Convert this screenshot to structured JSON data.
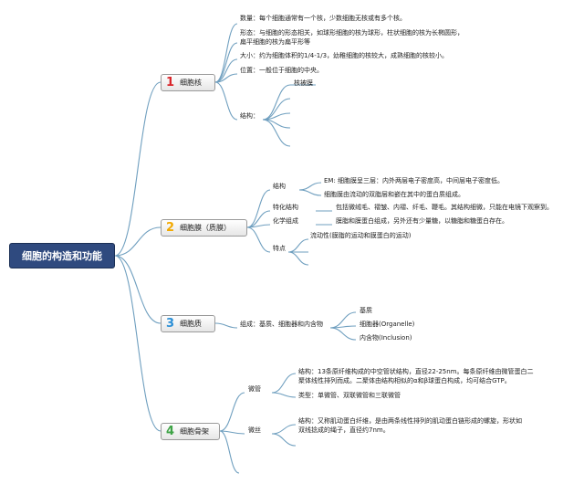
{
  "root": {
    "title": "细胞的构造和功能"
  },
  "colors": {
    "line": "#6f9fbf",
    "root_bg": "#2f4a7f",
    "num1": "#d9262b",
    "num2": "#f2a900",
    "num3": "#2b8fd6",
    "num4": "#3ea346"
  },
  "topics": [
    {
      "num": "1",
      "label": "细胞核",
      "items": {
        "count": "数量：每个细胞通常有一个核，少数细胞无核或有多个核。",
        "shape_1": "形态：与细胞的形态相关，如球形细胞的核为球形，柱状细胞的核为长椭圆形，",
        "shape_2": "扁平细胞的核为扁平形等",
        "size": "大小：约为细胞体积的1/4-1/3，幼稚细胞的核较大，成熟细胞的核较小。",
        "position": "位置：一般位于细胞的中央。",
        "structure": "结构：",
        "membrane": "核被膜"
      }
    },
    {
      "num": "2",
      "label": "细胞膜（质膜）",
      "items": {
        "structure": "结构",
        "em": "EM: 细胞膜呈三层：内外两层电子密度高，中间层电子密度低。",
        "lipid": "细胞膜由流动的双脂层和嵌在其中的蛋白质组成。",
        "special": "特化结构",
        "special_desc": "包括微绒毛、褶皱、内褶、纤毛、鞭毛。其结构细微，只能在电镜下观察到。",
        "chem": "化学组成",
        "chem_desc": "膜脂和膜蛋白组成，另外还有少量糖，以糖脂和糖蛋白存在。",
        "feature": "特点",
        "feature_desc": "流动性(膜脂的运动和膜蛋白的运动)"
      }
    },
    {
      "num": "3",
      "label": "细胞质",
      "items": {
        "composition": "组成：基质、细胞器和内含物",
        "matrix": "基质",
        "organelle": "细胞器(Organelle)",
        "inclusion": "内含物(Inclusion)"
      }
    },
    {
      "num": "4",
      "label": "细胞骨架",
      "items": {
        "microtubule": "微管",
        "mt_struct_1": "结构：13条原纤维构成的中空管状结构，直径22-25nm。每条原纤维由微管蛋白二",
        "mt_struct_2": "聚体线性排列而成。二聚体由结构相似的α和β球蛋白构成，均可结合GTP。",
        "mt_type": "类型：单微管、双联微管和三联微管",
        "microfilament": "微丝",
        "mf_struct_1": "结构：又称肌动蛋白纤维，是由两条线性排列的肌动蛋白链形成的螺旋，形状如",
        "mf_struct_2": "双线捻成的绳子，直径约7nm。"
      }
    }
  ]
}
